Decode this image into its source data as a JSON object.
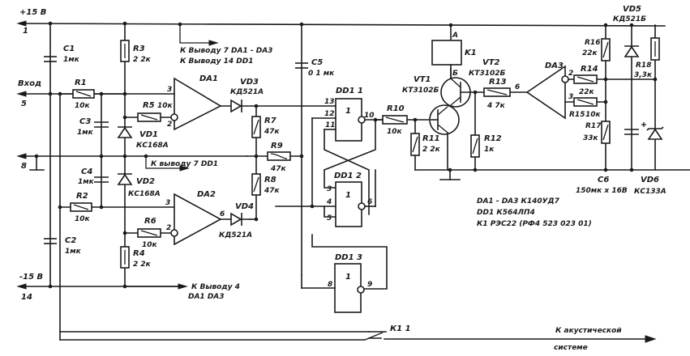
{
  "diagram": {
    "type": "circuit-schematic",
    "terminals": {
      "plus15": {
        "label": "+15 В",
        "pin": "1"
      },
      "input": {
        "label": "Вход",
        "pin": "5"
      },
      "ground": {
        "pin": "8"
      },
      "minus15": {
        "label": "-15 В",
        "pin": "14"
      }
    },
    "notes": {
      "pin7_da": "К Выводу 7  DA1 - DA3",
      "pin14_dd": "К Выводу 14  DD1",
      "pin7_dd": "К выводу 7 DD1",
      "pin4_da_l1": "К Выводу 4",
      "pin4_da_l2": "DA1   DA3",
      "acoustic_l1": "К акустической",
      "acoustic_l2": "системе"
    },
    "components": {
      "C1": {
        "ref": "C1",
        "value": "1мк"
      },
      "C2": {
        "ref": "C2",
        "value": "1мк"
      },
      "C3": {
        "ref": "C3",
        "value": "1мк"
      },
      "C4": {
        "ref": "C4",
        "value": "1мк"
      },
      "C5": {
        "ref": "C5",
        "value": "0 1 мк"
      },
      "C6": {
        "ref": "C6",
        "value": "150мк х 16В"
      },
      "R1": {
        "ref": "R1",
        "value": "10к"
      },
      "R2": {
        "ref": "R2",
        "value": "10к"
      },
      "R3": {
        "ref": "R3",
        "value": "2 2к"
      },
      "R4": {
        "ref": "R4",
        "value": "2 2к"
      },
      "R5": {
        "ref": "R5",
        "value": "10к"
      },
      "R6": {
        "ref": "R6",
        "value": "10к"
      },
      "R7": {
        "ref": "R7",
        "value": "47к"
      },
      "R8": {
        "ref": "R8",
        "value": "47к"
      },
      "R9": {
        "ref": "R9",
        "value": "47к"
      },
      "R10": {
        "ref": "R10",
        "value": "10к"
      },
      "R11": {
        "ref": "R11",
        "value": "2 2к"
      },
      "R12": {
        "ref": "R12",
        "value": "1к"
      },
      "R13": {
        "ref": "R13",
        "value": "4 7к"
      },
      "R14": {
        "ref": "R14",
        "value": "22к"
      },
      "R15": {
        "ref": "R15",
        "value": "10к"
      },
      "R16": {
        "ref": "R16",
        "value": "22к"
      },
      "R17": {
        "ref": "R17",
        "value": "33к"
      },
      "R18": {
        "ref": "R18",
        "value": "3,3к"
      },
      "VD1": {
        "ref": "VD1",
        "value": "КС168А"
      },
      "VD2": {
        "ref": "VD2",
        "value": "КС168А"
      },
      "VD3": {
        "ref": "VD3",
        "value": "КД521А"
      },
      "VD4": {
        "ref": "VD4",
        "value": "КД521А"
      },
      "VD5": {
        "ref": "VD5",
        "value": "КД521Б"
      },
      "VD6": {
        "ref": "VD6",
        "value": "КС133А"
      },
      "VT1": {
        "ref": "VT1",
        "value": "КТ3102Б"
      },
      "VT2": {
        "ref": "VT2",
        "value": "КТ3102Б"
      },
      "K1": {
        "ref": "K1",
        "pinA": "А",
        "pinB": "Б",
        "contact": "К1 1"
      },
      "DA1": {
        "ref": "DA1",
        "pins": {
          "in_plus": "3",
          "in_minus": "2"
        }
      },
      "DA2": {
        "ref": "DA2",
        "pins": {
          "in_plus": "3",
          "in_minus": "2",
          "out": "6"
        }
      },
      "DA3": {
        "ref": "DA3",
        "pins": {
          "in_plus": "3",
          "in_minus": "2",
          "out": "6"
        }
      },
      "DD1_1": {
        "ref": "DD1 1",
        "symbol": "1",
        "pins": {
          "a": "13",
          "b": "12",
          "c": "11",
          "out": "10"
        }
      },
      "DD1_2": {
        "ref": "DD1 2",
        "symbol": "1",
        "pins": {
          "a": "3",
          "b": "4",
          "c": "5",
          "out": "6"
        }
      },
      "DD1_3": {
        "ref": "DD1 3",
        "symbol": "1",
        "pins": {
          "in": "8",
          "out": "9"
        }
      }
    },
    "parts_list": [
      "DA1 - DA3   К140УД7",
      "DD1   К564ЛП4",
      "К1  РЭС22 (РФ4 523 023 01)"
    ]
  }
}
